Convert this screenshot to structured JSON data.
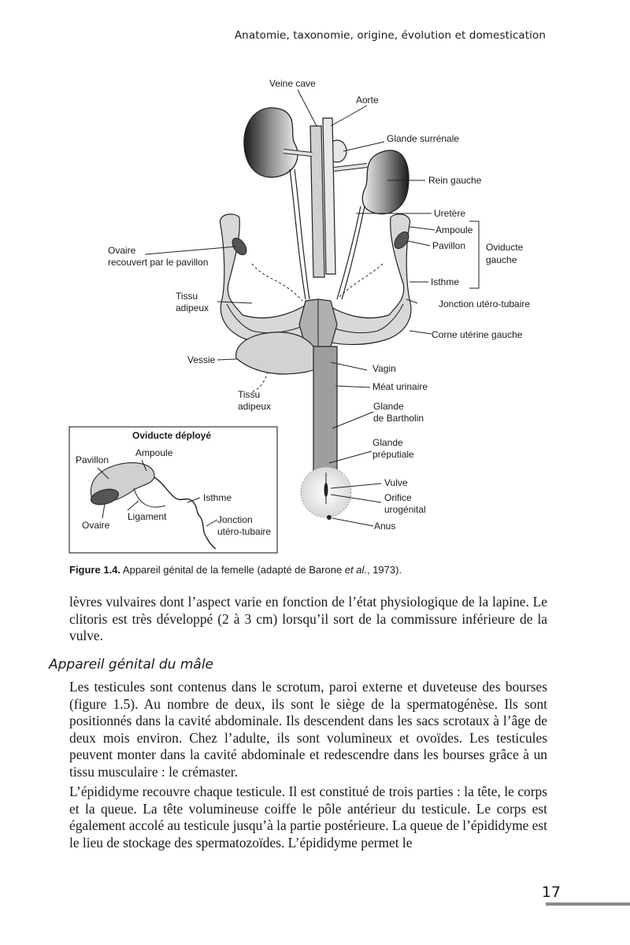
{
  "header": {
    "running_title": "Anatomie, taxonomie, origine, évolution et domestication"
  },
  "figure": {
    "labels": {
      "veine_cave": "Veine cave",
      "aorte": "Aorte",
      "glande_surrenale": "Glande surrénale",
      "rein_gauche": "Rein gauche",
      "uretere": "Uretère",
      "ampoule": "Ampoule",
      "pavillon": "Pavillon",
      "oviducte_line1": "Oviducte",
      "oviducte_line2": "gauche",
      "isthme": "Isthme",
      "jonction": "Jonction utéro-tubaire",
      "corne": "Corne utérine gauche",
      "ovaire_line1": "Ovaire",
      "ovaire_line2": "recouvert par le pavillon",
      "tissu1_line1": "Tissu",
      "tissu1_line2": "adipeux",
      "vessie": "Vessie",
      "vagin": "Vagin",
      "meat": "Méat urinaire",
      "tissu2_line1": "Tissu",
      "tissu2_line2": "adipeux",
      "bartholin_line1": "Glande",
      "bartholin_line2": "de Bartholin",
      "preputiale_line1": "Glande",
      "preputiale_line2": "préputiale",
      "vulve": "Vulve",
      "orifice_line1": "Orifice",
      "orifice_line2": "urogénital",
      "anus": "Anus"
    },
    "inset": {
      "title": "Oviducte déployé",
      "pavillon": "Pavillon",
      "ampoule": "Ampoule",
      "ovaire": "Ovaire",
      "ligament": "Ligament",
      "isthme": "Isthme",
      "jonction_line1": "Jonction",
      "jonction_line2": "utéro-tubaire"
    },
    "caption": {
      "label": "Figure 1.4.",
      "text_before": " Appareil génital de la femelle (adapté de Barone ",
      "italic": "et al.",
      "text_after": ", 1973)."
    }
  },
  "body": {
    "p1": "lèvres vulvaires dont l’aspect varie en fonction de l’état physiologique de la lapine. Le clitoris est très développé (2 à 3 cm) lorsqu’il sort de la commissure inférieure de la vulve.",
    "section_heading": "Appareil génital du mâle",
    "p2": "Les testicules sont contenus dans le scrotum, paroi externe et duveteuse des bourses (figure 1.5). Au nombre de deux, ils sont le siège de la spermatogénèse. Ils sont positionnés dans la cavité abdominale. Ils descendent dans les sacs scrotaux à l’âge de deux mois environ. Chez l’adulte, ils sont volumineux et ovoïdes. Les testicules peuvent monter dans la cavité abdominale et redescendre dans les bourses grâce à un tissu musculaire : le crémaster.",
    "p3": "L’épididyme recouvre chaque testicule. Il est constitué de trois parties : la tête, le corps et la queue. La tête volumineuse coiffe le pôle antérieur du testicule. Le corps est également accolé au testicule jusqu’à la partie postérieure. La queue de l’épididyme est le lieu de stockage des spermatozoïdes. L’épididyme permet le"
  },
  "footer": {
    "page_number": "17"
  }
}
